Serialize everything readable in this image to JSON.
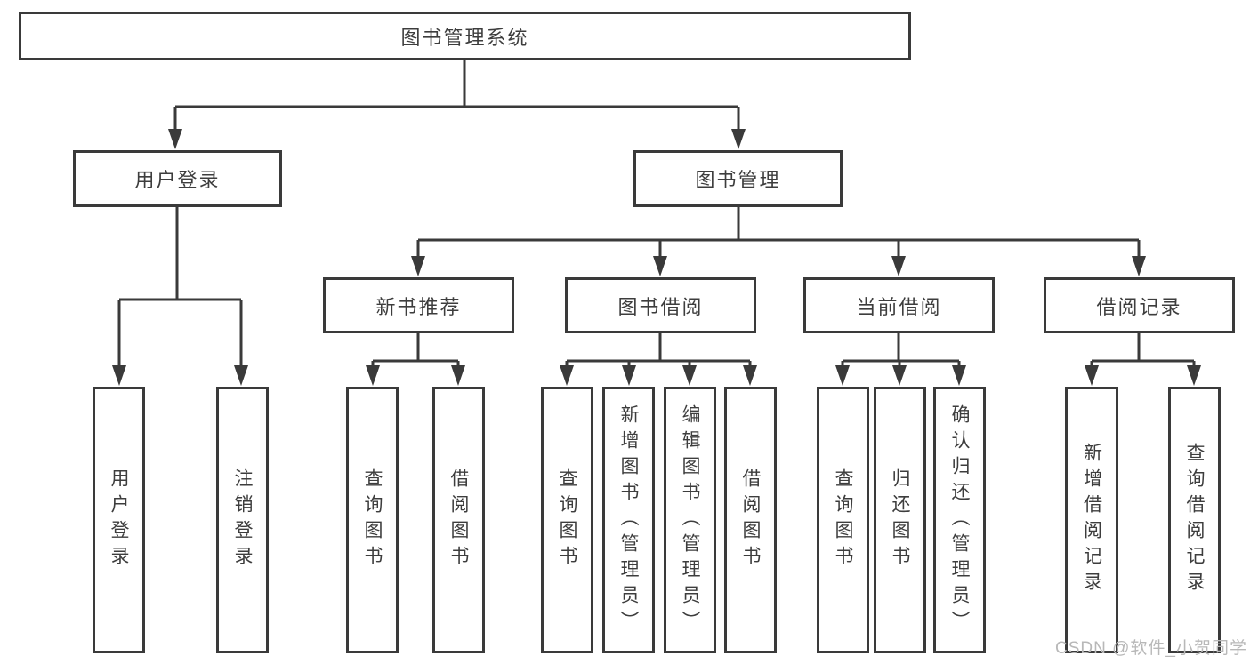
{
  "tree": {
    "root": {
      "label": "图书管理系统"
    },
    "branches": [
      {
        "label": "用户登录",
        "children": [
          {
            "label": "用户登录"
          },
          {
            "label": "注销登录"
          }
        ]
      },
      {
        "label": "图书管理",
        "sections": [
          {
            "label": "新书推荐",
            "children": [
              {
                "label": "查询图书"
              },
              {
                "label": "借阅图书"
              }
            ]
          },
          {
            "label": "图书借阅",
            "children": [
              {
                "label": "查询图书"
              },
              {
                "label": "新增图书（管理员）"
              },
              {
                "label": "编辑图书（管理员）"
              },
              {
                "label": "借阅图书"
              }
            ]
          },
          {
            "label": "当前借阅",
            "children": [
              {
                "label": "查询图书"
              },
              {
                "label": "归还图书"
              },
              {
                "label": "确认归还（管理员）"
              }
            ]
          },
          {
            "label": "借阅记录",
            "children": [
              {
                "label": "新增借阅记录"
              },
              {
                "label": "查询借阅记录"
              }
            ]
          }
        ]
      }
    ]
  },
  "watermark": {
    "text": "CSDN @软件_小贺同学"
  },
  "colors": {
    "line": "#3a3a3a",
    "text": "#3d3d3d",
    "watermark": "#b8b8b8",
    "background": "#ffffff"
  }
}
